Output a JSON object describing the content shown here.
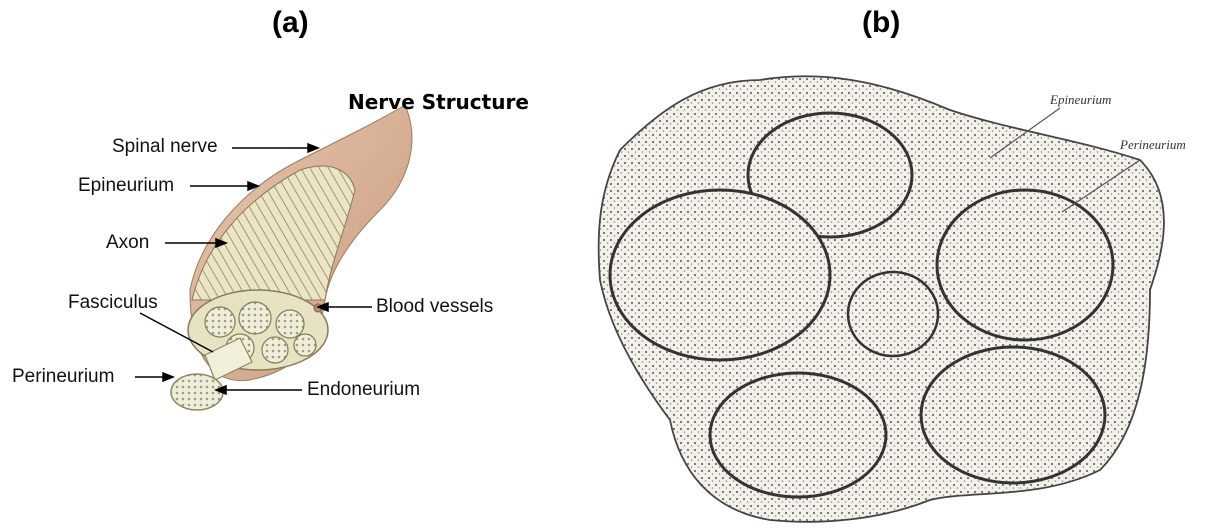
{
  "panels": {
    "a": {
      "label": "(a)",
      "title": "Nerve Structure",
      "labels": {
        "spinal_nerve": "Spinal nerve",
        "epineurium": "Epineurium",
        "axon": "Axon",
        "fasciculus": "Fasciculus",
        "perineurium": "Perineurium",
        "blood_vessels": "Blood vessels",
        "endoneurium": "Endoneurium"
      }
    },
    "b": {
      "label": "(b)",
      "labels": {
        "epineurium": "Epineurium",
        "perineurium": "Perineurium"
      }
    }
  },
  "colors": {
    "nerve_outer": "#d9b49a",
    "nerve_fiber": "#e9e3c2",
    "fiber_line": "#8b8360",
    "section_bg": "#f2f0ea",
    "ink": "#555555"
  }
}
